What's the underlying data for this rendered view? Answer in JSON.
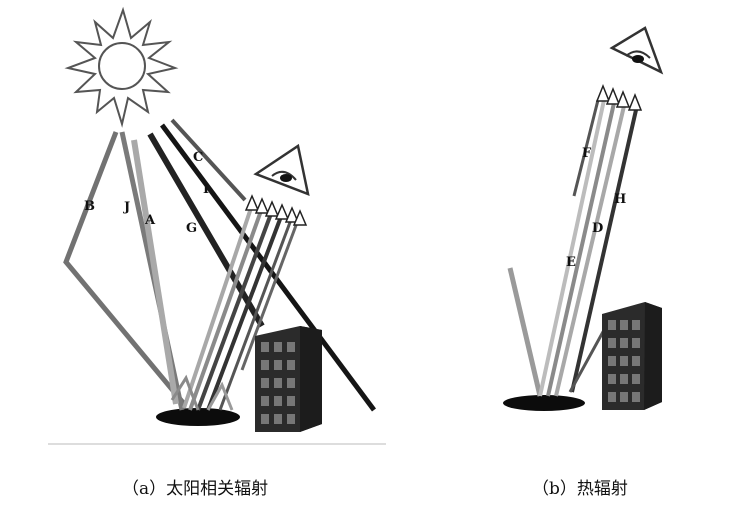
{
  "panel_a": {
    "caption": "（a）太阳相关辐射",
    "ray_labels": {
      "A": "A",
      "B": "B",
      "C": "C",
      "G": "G",
      "I": "I",
      "J": "J"
    }
  },
  "panel_b": {
    "caption": "（b）热辐射",
    "ray_labels": {
      "D": "D",
      "E": "E",
      "F": "F",
      "H": "H"
    }
  },
  "colors": {
    "ray_dark": "#1a1a1a",
    "ray_mid": "#6f6f6f",
    "ray_light": "#a8a8a8",
    "building": "#2b2b2b",
    "ground_shadow": "#0c0c0c"
  },
  "icons": [
    "sun-icon",
    "eye-sensor-icon",
    "building-icon",
    "ground-surface-icon"
  ]
}
